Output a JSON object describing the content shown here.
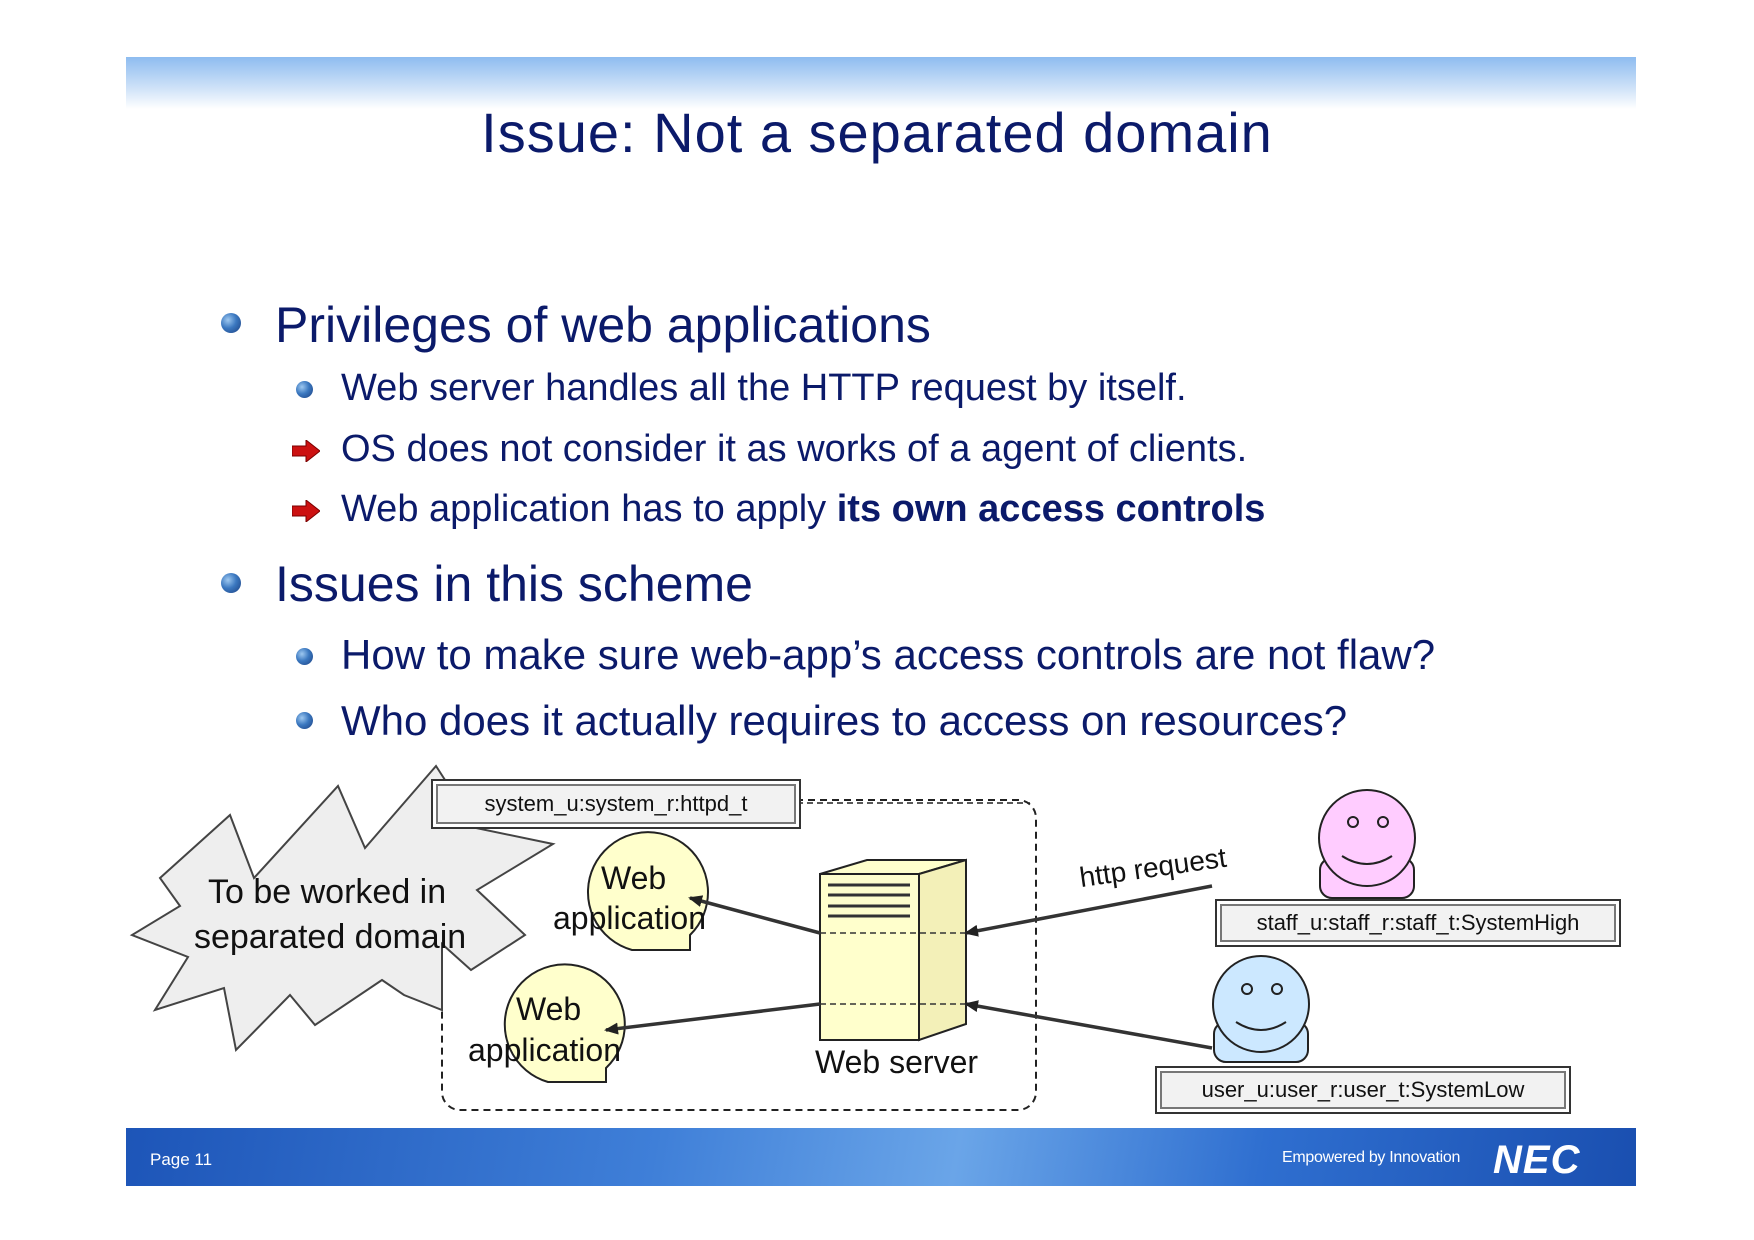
{
  "title": "Issue: Not a separated domain",
  "bullets": [
    {
      "text": "Privileges of web applications"
    },
    {
      "text": "Web server handles all the HTTP request by itself."
    },
    {
      "text": "OS does not consider it as works of a agent of clients."
    },
    {
      "text_prefix": "Web application has to apply ",
      "text_bold": "its own access controls"
    },
    {
      "text": "Issues in this scheme"
    },
    {
      "text": "How to make sure web-app’s access controls are not flaw?"
    },
    {
      "text": "Who does it actually requires to access on resources?"
    }
  ],
  "diagram": {
    "callout_line1": "To be worked in",
    "callout_line2": "separated domain",
    "httpd_context": "system_u:system_r:httpd_t",
    "webapp1_line1": "Web",
    "webapp1_line2": "application",
    "webapp2_line1": "Web",
    "webapp2_line2": "application",
    "web_server_label": "Web server",
    "http_request_label": "http request",
    "staff_context": "staff_u:staff_r:staff_t:SystemHigh",
    "user_context": "user_u:user_r:user_t:SystemLow"
  },
  "footer": {
    "page": "Page 11",
    "tagline": "Empowered by Innovation",
    "logo": "NEC"
  },
  "colors": {
    "title_text": "#0b1a6a",
    "webapp_fill": "#ffffcc",
    "server_fill": "#ffffcc",
    "staff_face": "#ffccff",
    "user_face": "#cce8ff",
    "callout_fill": "#eeeeee",
    "arrow_bullet": "#cc0000"
  }
}
